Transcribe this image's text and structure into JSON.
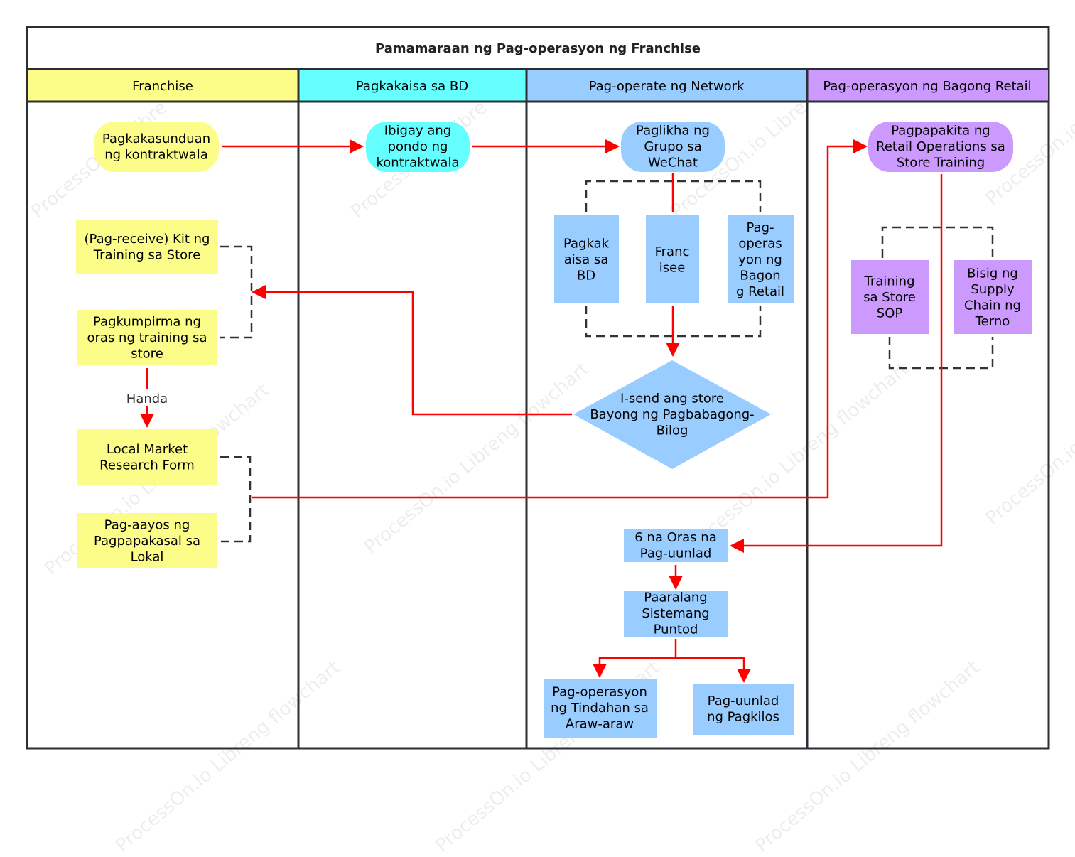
{
  "title": "Pamamaraan ng Pag-operasyon ng Franchise",
  "colors": {
    "franchise": "#fcfc88",
    "bd": "#66ffff",
    "network": "#99ccff",
    "retail": "#cc99ff",
    "arrow": "#ff0000",
    "border": "#2b2f33"
  },
  "lanes": [
    {
      "label": "Franchise"
    },
    {
      "label": "Pagkakaisa sa BD"
    },
    {
      "label": "Pag-operate ng Network"
    },
    {
      "label": "Pag-operasyon ng Bagong Retail"
    }
  ],
  "nodes": {
    "contract_agreement": [
      "Pagkakasunduan",
      "ng kontraktwala"
    ],
    "fund_contract": [
      "Ibigay ang",
      "pondo ng",
      "kontraktwala"
    ],
    "wechat_group": [
      "Paglikha ng",
      "Grupo sa",
      "WeChat"
    ],
    "retail_training": [
      "Pagpapakita ng",
      "Retail Operations sa",
      "Store Training"
    ],
    "receive_kit": [
      "(Pag-receive) Kit ng",
      "Training sa Store"
    ],
    "confirm_time": [
      "Pagkumpirma ng",
      "oras ng training sa",
      "store"
    ],
    "market_form": [
      "Local Market",
      "Research Form"
    ],
    "local_marriage": [
      "Pag-aayos ng",
      "Pagpapakasal sa",
      "Lokal"
    ],
    "sub_bd": [
      "Pagkak",
      "aisa sa",
      "BD"
    ],
    "sub_franchisee": [
      "Franc",
      "isee"
    ],
    "sub_retail": [
      "Pag-",
      "operas",
      "yon ng",
      "Bagon",
      "g Retail"
    ],
    "send_store": [
      "I-send ang store",
      "Bayong ng Pagbabagong-",
      "Bilog"
    ],
    "sop": [
      "Training",
      "sa Store",
      "SOP"
    ],
    "supply": [
      "Bisig ng",
      "Supply",
      "Chain ng",
      "Terno"
    ],
    "six_hours": [
      "6 na Oras na",
      "Pag-uunlad"
    ],
    "school": [
      "Paaralang",
      "Sistemang",
      "Puntod"
    ],
    "daily_ops": [
      "Pag-operasyon",
      "ng Tindahan sa",
      "Araw-araw"
    ],
    "develop": [
      "Pag-uunlad",
      "ng Pagkilos"
    ]
  },
  "edge_labels": {
    "ready": "Handa"
  },
  "watermark": [
    "ProcessOn.io Libreng flowchart",
    "ProcessOn.io Libre",
    "ProcessOn.io l"
  ]
}
